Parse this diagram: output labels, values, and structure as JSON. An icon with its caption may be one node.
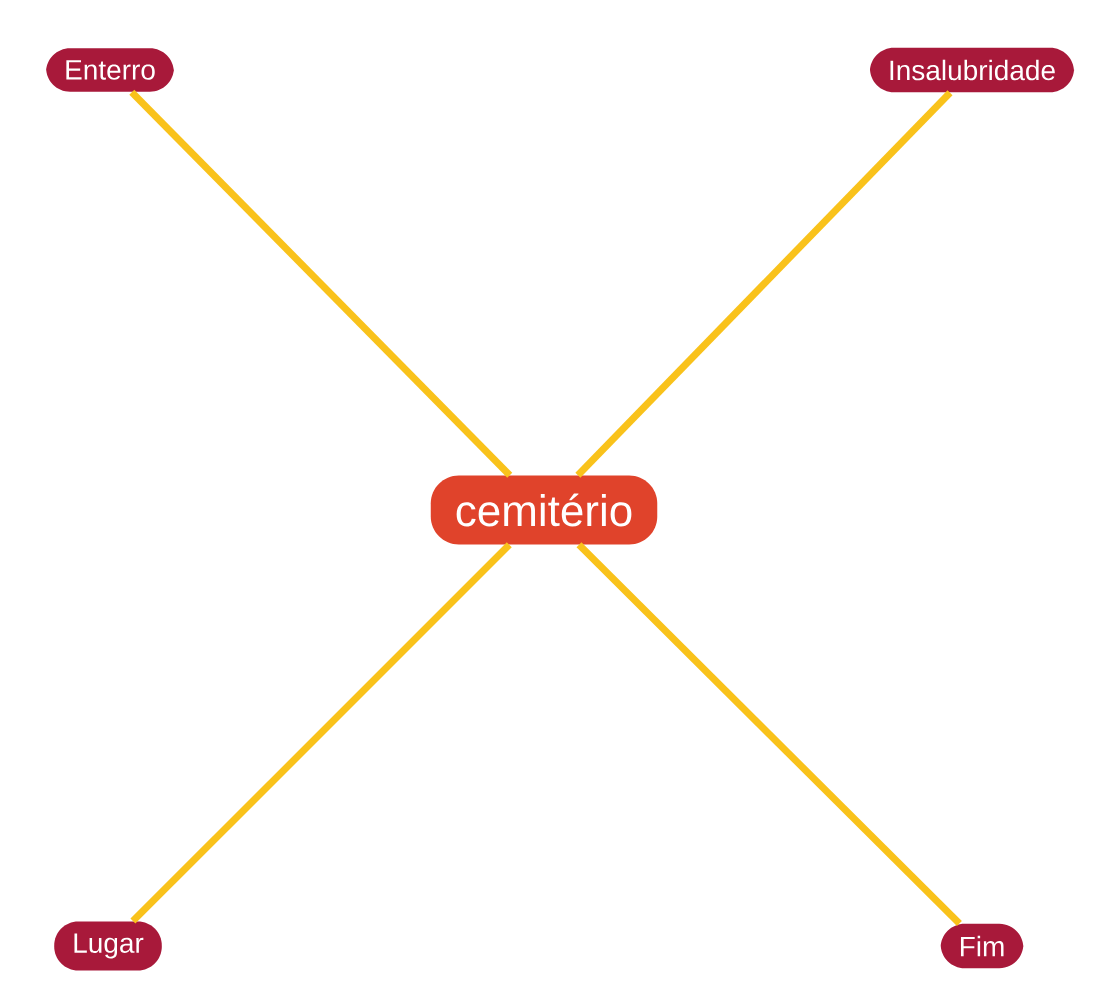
{
  "diagram": {
    "nodes": [
      {
        "text": [
          "cemitério"
        ]
      },
      {
        "text": [
          "Enterro"
        ]
      },
      {
        "text": [
          "Insalubridade"
        ]
      },
      {
        "text": [
          "Lugar"
        ]
      },
      {
        "text": [
          "Fim"
        ]
      }
    ],
    "edges": [
      {
        "from": 0,
        "to": 1,
        "arrow": "none"
      },
      {
        "from": 0,
        "to": 2,
        "arrow": "none"
      },
      {
        "from": 0,
        "to": 3,
        "arrow": "none"
      },
      {
        "from": 0,
        "to": 4,
        "arrow": "none"
      }
    ]
  }
}
